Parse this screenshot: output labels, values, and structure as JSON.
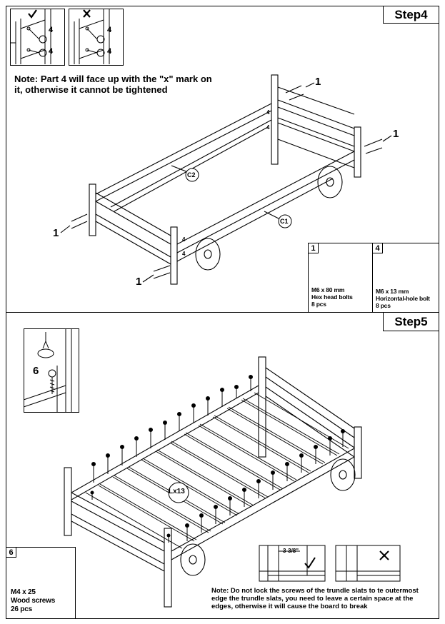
{
  "step4": {
    "label": "Step4",
    "note_line1": "Note: Part 4 will face up with the \"x\" mark on",
    "note_line2": "it, otherwise it cannot be tightened",
    "callouts": {
      "part1": "1",
      "part4": "4",
      "rail_c2": "C2",
      "rail_c1": "C1"
    },
    "inset_correct_icon": "checkmark-icon",
    "inset_wrong_icon": "cross-icon",
    "parts": [
      {
        "number": "1",
        "size": "M6 x 80 mm",
        "name": "Hex head bolts",
        "qty": "8 pcs",
        "icon": "hex-bolt-icon"
      },
      {
        "number": "4",
        "size": "M6 x 13 mm",
        "name": "Horizontal-hole bolt",
        "qty": "8 pcs",
        "icon": "barrel-nut-icon"
      }
    ]
  },
  "step5": {
    "label": "Step5",
    "callouts": {
      "slats": "Lx13",
      "part6": "6"
    },
    "dimension": "3-3/8\"",
    "part": {
      "number": "6",
      "size": "M4 x 25",
      "name": "Wood screws",
      "qty": "26 pcs",
      "icon": "wood-screw-icon"
    },
    "note_line1": "Note: Do not lock the screws of the trundle slats to te outermost",
    "note_line2": "edge the trundle slats, you need to leave a certain space at the",
    "note_line3": "edges, otherwise it will cause the board to break"
  },
  "colors": {
    "line": "#000000",
    "background": "#ffffff"
  }
}
